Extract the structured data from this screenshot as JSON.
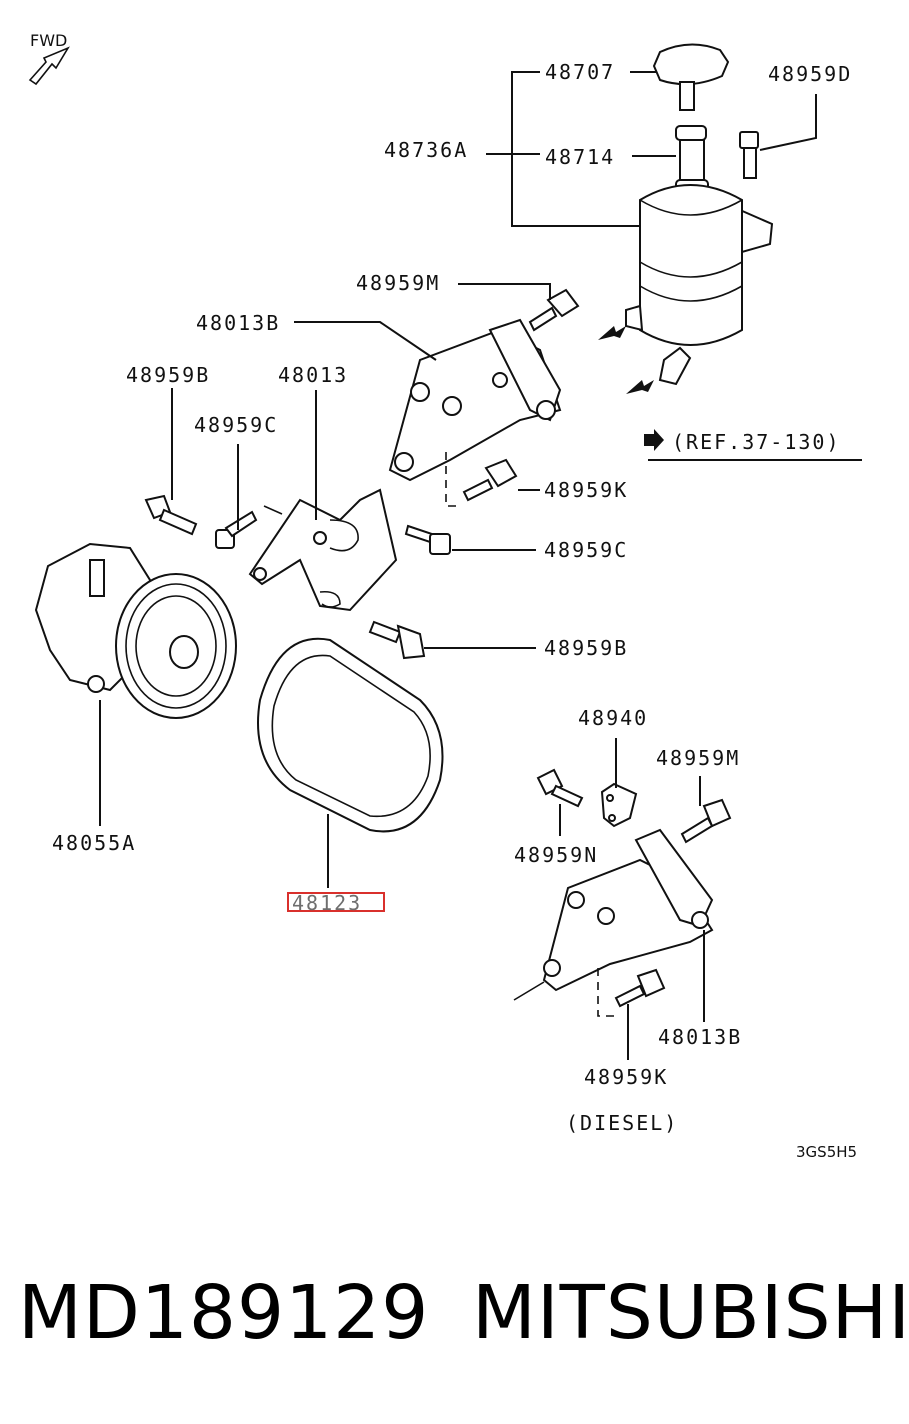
{
  "fwd_label": "FWD",
  "labels": {
    "l48707": "48707",
    "l48959D": "48959D",
    "l48736A": "48736A",
    "l48714": "48714",
    "l48959M_top": "48959M",
    "l48013B_top": "48013B",
    "l48959B_top": "48959B",
    "l48013": "48013",
    "l48959C_left": "48959C",
    "ref": "(REF.37-130)",
    "l48959K_top": "48959K",
    "l48959C_right": "48959C",
    "l48959B_right": "48959B",
    "l48940": "48940",
    "l48959M_low": "48959M",
    "l48055A": "48055A",
    "l48959N": "48959N",
    "l48123": "48123",
    "l48013B_low": "48013B",
    "l48959K_low": "48959K",
    "diesel": "(DIESEL)",
    "code": "3GS5H5"
  },
  "highlight_color": "#d9302c",
  "footer": {
    "part_number": "MD189129",
    "brand": "MITSUBISHI"
  }
}
